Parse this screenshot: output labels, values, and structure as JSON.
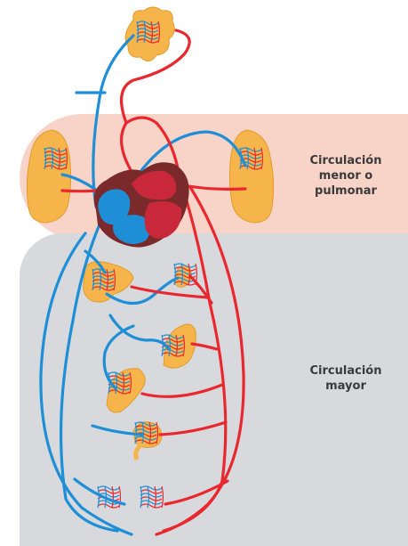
{
  "labels": {
    "pulmonary": [
      "Circulación",
      "menor o",
      "pulmonar"
    ],
    "systemic": [
      "Circulación",
      "mayor"
    ]
  },
  "colors": {
    "pulmonary_band": "#f8d3c8",
    "systemic_band": "#d8d9dd",
    "arterial": "#e8282e",
    "venous": "#1e8fd6",
    "organ": "#f6b54a",
    "heart_right": "#1e8fd6",
    "heart_left": "#c9283a"
  }
}
